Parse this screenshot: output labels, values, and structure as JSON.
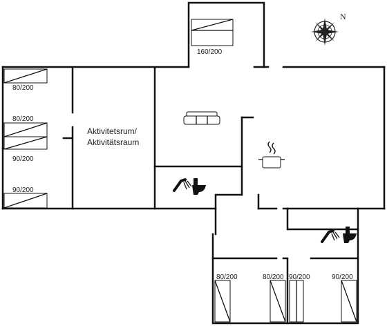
{
  "plan": {
    "compass_north": "N",
    "room_labels": {
      "activity_line1": "Aktivitetsrum/",
      "activity_line2": "Aktivitätsraum"
    },
    "beds": {
      "top_room": "160/200",
      "left_1": "80/200",
      "left_2": "80/200",
      "left_3": "90/200",
      "left_4": "90/200",
      "bottom_1": "80/200",
      "bottom_2": "80/200",
      "bottom_3": "90/200",
      "bottom_4": "90/200"
    },
    "icons": {
      "sofa": "sofa-icon",
      "kitchen": "cooking-pot-icon",
      "bathroom": "shower-toilet-icon",
      "compass": "compass-rose-icon"
    },
    "colors": {
      "wall": "#111111",
      "background": "#ffffff"
    }
  }
}
